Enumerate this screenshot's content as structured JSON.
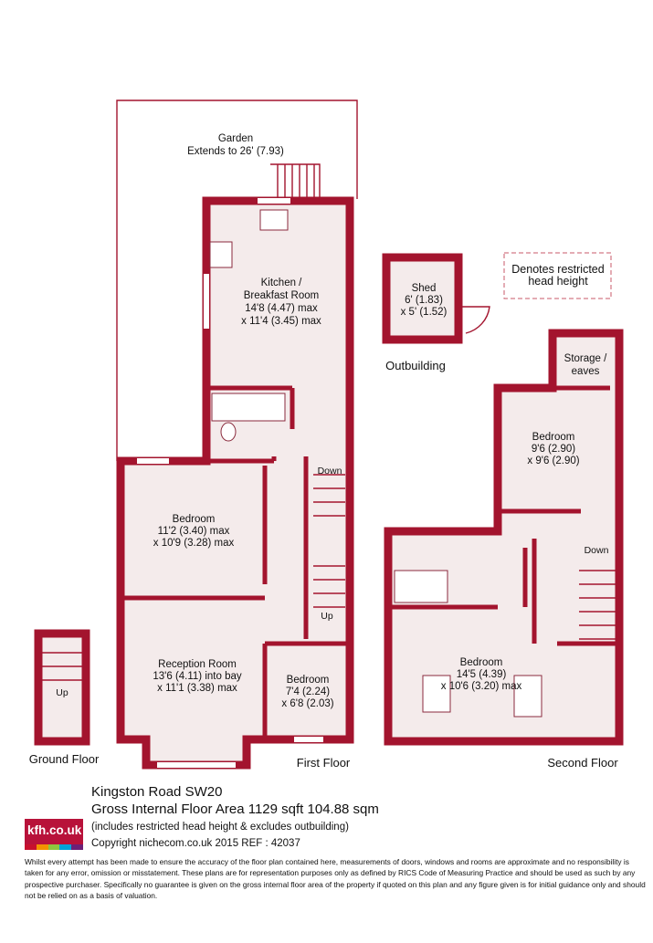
{
  "rooms": {
    "garden": {
      "name": "Garden",
      "dims": "Extends to 26' (7.93)"
    },
    "kitchen": {
      "name": "Kitchen /",
      "name2": "Breakfast Room",
      "dims": "14'8 (4.47) max",
      "dims2": "x 11'4 (3.45) max"
    },
    "bedroom_first_large": {
      "name": "Bedroom",
      "dims": "11'2 (3.40) max",
      "dims2": "x 10'9 (3.28) max"
    },
    "reception": {
      "name": "Reception Room",
      "dims": "13'6 (4.11) into bay",
      "dims2": "x 11'1 (3.38) max"
    },
    "bedroom_first_small": {
      "name": "Bedroom",
      "dims": "7'4 (2.24)",
      "dims2": "x 6'8 (2.03)"
    },
    "shed": {
      "name": "Shed",
      "dims": "6' (1.83)",
      "dims2": "x 5' (1.52)"
    },
    "storage": {
      "name": "Storage /",
      "name2": "eaves"
    },
    "bedroom_second_small": {
      "name": "Bedroom",
      "dims": "9'6 (2.90)",
      "dims2": "x 9'6 (2.90)"
    },
    "bedroom_second_large": {
      "name": "Bedroom",
      "dims": "14'5 (4.39)",
      "dims2": "x 10'6 (3.20) max"
    }
  },
  "stair_labels": {
    "down_first": "Down",
    "up_first": "Up",
    "up_ground": "Up",
    "down_second": "Down"
  },
  "legend": {
    "line1": "Denotes restricted",
    "line2": "head height"
  },
  "floors": {
    "ground": "Ground Floor",
    "first": "First Floor",
    "second": "Second Floor",
    "outbuilding": "Outbuilding"
  },
  "footer": {
    "address": "Kingston Road  SW20",
    "gia": "Gross Internal Floor Area 1129 sqft 104.88 sqm",
    "includes": "(includes restricted head height & excludes outbuilding)",
    "copyright": "Copyright nichecom.co.uk 2015 REF : 42037",
    "disclaimer": "Whilst every attempt has been made to ensure the accuracy of the floor plan contained here, measurements of doors, windows and rooms are approximate and no responsibility is taken for any error, omission or misstatement.  These plans are for representation purposes only as defined by RICS Code of Measuring Practice and should be used as such by any prospective purchaser.  Specifically no guarantee is given on the gross internal floor area of the property if quoted on this plan and any figure given is for initial guidance only and should not be relied on as a basis of valuation."
  },
  "logo": {
    "text": "kfh.co.uk",
    "bar_colors": [
      "#c8102e",
      "#f39200",
      "#8dc63f",
      "#00a3d9",
      "#6d2077"
    ]
  },
  "colors": {
    "wall": "#a3142e",
    "floor": "#f4ebeb"
  }
}
